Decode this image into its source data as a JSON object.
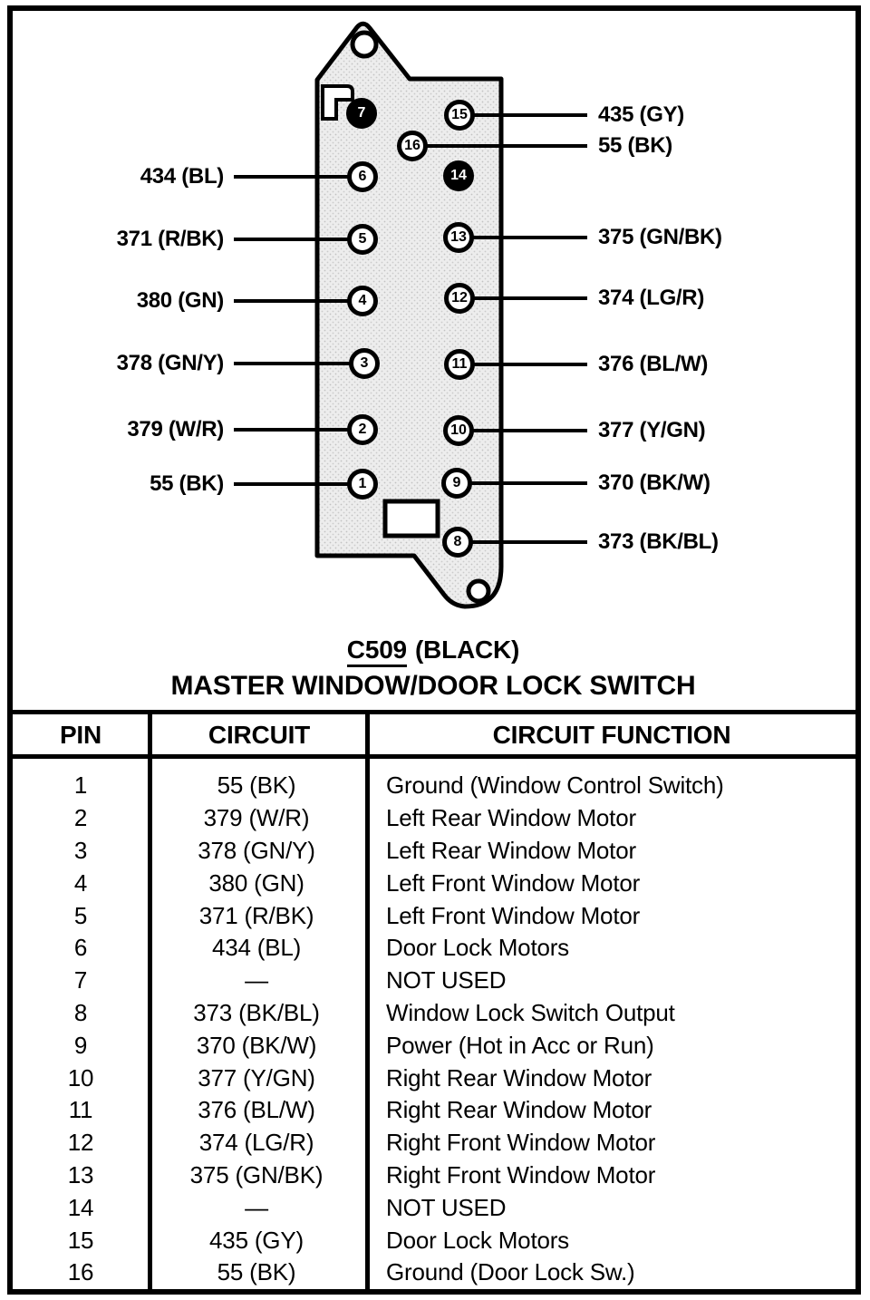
{
  "document": {
    "connector_id": "C509",
    "connector_color": "(BLACK)",
    "title": "MASTER WINDOW/DOOR LOCK SWITCH"
  },
  "diagram": {
    "pins": [
      {
        "num": "1",
        "filled": false
      },
      {
        "num": "2",
        "filled": false
      },
      {
        "num": "3",
        "filled": false
      },
      {
        "num": "4",
        "filled": false
      },
      {
        "num": "5",
        "filled": false
      },
      {
        "num": "6",
        "filled": false
      },
      {
        "num": "7",
        "filled": true
      },
      {
        "num": "8",
        "filled": false
      },
      {
        "num": "9",
        "filled": false
      },
      {
        "num": "10",
        "filled": false
      },
      {
        "num": "11",
        "filled": false
      },
      {
        "num": "12",
        "filled": false
      },
      {
        "num": "13",
        "filled": false
      },
      {
        "num": "14",
        "filled": true
      },
      {
        "num": "15",
        "filled": false
      },
      {
        "num": "16",
        "filled": false
      }
    ],
    "left_labels": [
      {
        "pin": "6",
        "circuit": "434 (BL)"
      },
      {
        "pin": "5",
        "circuit": "371 (R/BK)"
      },
      {
        "pin": "4",
        "circuit": "380 (GN)"
      },
      {
        "pin": "3",
        "circuit": "378 (GN/Y)"
      },
      {
        "pin": "2",
        "circuit": "379 (W/R)"
      },
      {
        "pin": "1",
        "circuit": "55 (BK)"
      }
    ],
    "right_labels": [
      {
        "pin": "15",
        "circuit": "435 (GY)"
      },
      {
        "pin": "16",
        "circuit": "55 (BK)"
      },
      {
        "pin": "13",
        "circuit": "375 (GN/BK)"
      },
      {
        "pin": "12",
        "circuit": "374 (LG/R)"
      },
      {
        "pin": "11",
        "circuit": "376 (BL/W)"
      },
      {
        "pin": "10",
        "circuit": "377 (Y/GN)"
      },
      {
        "pin": "9",
        "circuit": "370 (BK/W)"
      },
      {
        "pin": "8",
        "circuit": "373 (BK/BL)"
      }
    ]
  },
  "table": {
    "headers": [
      "PIN",
      "CIRCUIT",
      "CIRCUIT FUNCTION"
    ],
    "rows": [
      {
        "pin": "1",
        "circuit": "55 (BK)",
        "function": "Ground (Window Control Switch)"
      },
      {
        "pin": "2",
        "circuit": "379 (W/R)",
        "function": "Left Rear Window Motor"
      },
      {
        "pin": "3",
        "circuit": "378 (GN/Y)",
        "function": "Left Rear Window Motor"
      },
      {
        "pin": "4",
        "circuit": "380 (GN)",
        "function": "Left Front Window Motor"
      },
      {
        "pin": "5",
        "circuit": "371 (R/BK)",
        "function": "Left Front Window Motor"
      },
      {
        "pin": "6",
        "circuit": "434 (BL)",
        "function": "Door Lock Motors"
      },
      {
        "pin": "7",
        "circuit": "—",
        "function": "NOT USED"
      },
      {
        "pin": "8",
        "circuit": "373 (BK/BL)",
        "function": "Window Lock Switch Output"
      },
      {
        "pin": "9",
        "circuit": "370 (BK/W)",
        "function": "Power (Hot in Acc or Run)"
      },
      {
        "pin": "10",
        "circuit": "377 (Y/GN)",
        "function": "Right Rear Window Motor"
      },
      {
        "pin": "11",
        "circuit": "376 (BL/W)",
        "function": "Right Rear Window Motor"
      },
      {
        "pin": "12",
        "circuit": "374 (LG/R)",
        "function": "Right Front Window Motor"
      },
      {
        "pin": "13",
        "circuit": "375 (GN/BK)",
        "function": "Right Front Window Motor"
      },
      {
        "pin": "14",
        "circuit": "—",
        "function": "NOT USED"
      },
      {
        "pin": "15",
        "circuit": "435 (GY)",
        "function": "Door Lock Motors"
      },
      {
        "pin": "16",
        "circuit": "55 (BK)",
        "function": "Ground (Door Lock Sw.)"
      }
    ]
  }
}
